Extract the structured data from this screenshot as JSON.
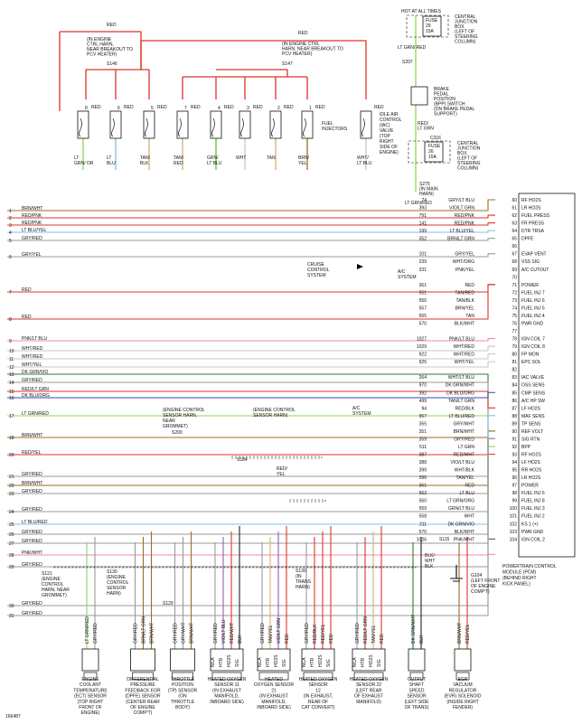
{
  "diagram_id": "166487",
  "top": {
    "hot_label": "HOT AT ALL TIMES",
    "fuse29": [
      "FUSE",
      "29",
      "15A"
    ],
    "cjb_top": [
      "CENTRAL",
      "JUNCTION",
      "BOX",
      "(LEFT OF",
      "STEERING",
      "COLUMN)"
    ],
    "wire_ltgrnred": "LT GRN/ RED",
    "s207": "S207",
    "bpp": [
      "BRAKE",
      "PEDAL",
      "POSITION",
      "(BPP) SWITCH",
      "(ON BRAKE PEDAL",
      "SUPPORT)"
    ],
    "bpp_wire": [
      "RED/",
      "LT GRN"
    ],
    "c316": "C316",
    "fuse26": [
      "FUSE",
      "26",
      "15A"
    ],
    "cjb_mid": [
      "CENTRAL",
      "JUNCTION",
      "BOX",
      "(LEFT OF",
      "STEERING",
      "COLUMN)"
    ],
    "s275": [
      "S275",
      "(IN MAIN",
      "HARN)"
    ],
    "main_wire": "LT GRN/RED",
    "s146": [
      "(IN ENGINE",
      "CTRL HARN,",
      "NEAR BREAKOUT TO",
      "PCV HEATER)"
    ],
    "s146_id": "S146",
    "s147": [
      "(IN ENGINE CTRL",
      "HARN, NEAR BREAKOUT TO",
      "PCV HEATER)"
    ],
    "s147_id": "S147",
    "red": "RED",
    "fuel_inj": [
      "FUEL",
      "INJECTORS"
    ],
    "iac": [
      "IDLE AIR",
      "CONTROL",
      "(IAC)",
      "VALVE",
      "(TOP",
      "RIGHT",
      "SIDE OF",
      "ENGINE)"
    ],
    "injectors": [
      {
        "num": "8",
        "wire": "LT GRN/ OR"
      },
      {
        "num": "6",
        "wire": "LT BLU"
      },
      {
        "num": "5",
        "wire": "TAN/ BLK"
      },
      {
        "num": "7",
        "wire": "TAN/ RED"
      },
      {
        "num": "4",
        "wire": "GRN/ LT BLU"
      },
      {
        "num": "3",
        "wire": "WHT"
      },
      {
        "num": "2",
        "wire": "TAN"
      },
      {
        "num": "1",
        "wire": "BRN/ YEL"
      },
      {
        "num": "",
        "wire": "WHT/ LT BLU"
      }
    ]
  },
  "pcm_rows": [
    {
      "n": "74",
      "wire": "GRY/LT BLU",
      "pin": "60",
      "fn": "RF HO2S"
    },
    {
      "n": "393",
      "wire": "VIO/LT GRN",
      "pin": "61",
      "fn": "LR HO2S"
    },
    {
      "n": "791",
      "wire": "RED/PNK",
      "pin": "62",
      "fn": "FUEL PRESS"
    },
    {
      "n": "141",
      "wire": "RED/PNK",
      "pin": "63",
      "fn": "FR PRESS"
    },
    {
      "n": "199",
      "wire": "LT BLU/YEL",
      "pin": "64",
      "fn": "DTR TRSA"
    },
    {
      "n": "352",
      "wire": "BRN/LT GRN",
      "pin": "65",
      "fn": "DPFE"
    },
    {
      "n": "",
      "wire": "",
      "pin": "66",
      "fn": ""
    },
    {
      "n": "101",
      "wire": "GRY/YEL",
      "pin": "67",
      "fn": "EVAP VENT"
    },
    {
      "n": "239",
      "wire": "WHT/ORG",
      "pin": "68",
      "fn": "VSS SIG"
    },
    {
      "n": "331",
      "wire": "PNK/YEL",
      "pin": "69",
      "fn": "A/C CUTOUT"
    },
    {
      "n": "",
      "wire": "",
      "pin": "70",
      "fn": ""
    },
    {
      "n": "361",
      "wire": "RED",
      "pin": "71",
      "fn": "POWER"
    },
    {
      "n": "551",
      "wire": "TAN/RED",
      "pin": "72",
      "fn": "FUEL INJ 7"
    },
    {
      "n": "556",
      "wire": "TAN/BLK",
      "pin": "73",
      "fn": "FUEL INJ 6"
    },
    {
      "n": "557",
      "wire": "BRN/YEL",
      "pin": "74",
      "fn": "FUEL INJ 5"
    },
    {
      "n": "555",
      "wire": "TAN",
      "pin": "75",
      "fn": "FUEL INJ 4"
    },
    {
      "n": "570",
      "wire": "BLK/WHT",
      "pin": "76",
      "fn": "PWR GND"
    },
    {
      "n": "",
      "wire": "",
      "pin": "77",
      "fn": ""
    },
    {
      "n": "1027",
      "wire": "PNK/LT BLU",
      "pin": "78",
      "fn": "IGN COIL 7"
    },
    {
      "n": "1029",
      "wire": "WHT/RED",
      "pin": "79",
      "fn": "IGN COIL 8"
    },
    {
      "n": "922",
      "wire": "WHT/RED",
      "pin": "80",
      "fn": "FP MON"
    },
    {
      "n": "925",
      "wire": "WHT/YEL",
      "pin": "81",
      "fn": "EPC SOL"
    },
    {
      "n": "",
      "wire": "",
      "pin": "82",
      "fn": ""
    },
    {
      "n": "264",
      "wire": "WHT/LT BLU",
      "pin": "83",
      "fn": "IAC VALVE"
    },
    {
      "n": "970",
      "wire": "DK GRN/WHT",
      "pin": "84",
      "fn": "OSS SENS"
    },
    {
      "n": "392",
      "wire": "DK BLU/ORG",
      "pin": "85",
      "fn": "CMP SENS"
    },
    {
      "n": "499",
      "wire": "TAN/LT GRN",
      "pin": "86",
      "fn": "A/C HP SW"
    },
    {
      "n": "94",
      "wire": "RED/BLK",
      "pin": "87",
      "fn": "LF HO2S"
    },
    {
      "n": "967",
      "wire": "LT BLU/RED",
      "pin": "88",
      "fn": "MAF SENS"
    },
    {
      "n": "355",
      "wire": "GRY/WHT",
      "pin": "89",
      "fn": "TP SENS"
    },
    {
      "n": "351",
      "wire": "BRN/WHT",
      "pin": "90",
      "fn": "REF VOLT"
    },
    {
      "n": "359",
      "wire": "GRY/RED",
      "pin": "91",
      "fn": "SIG RTN"
    },
    {
      "n": "511",
      "wire": "LT GRN",
      "pin": "92",
      "fn": "BPP"
    },
    {
      "n": "387",
      "wire": "RED/WHT",
      "pin": "93",
      "fn": "RF HO2S"
    },
    {
      "n": "388",
      "wire": "VIO/LT BLU",
      "pin": "94",
      "fn": "LF HO2S"
    },
    {
      "n": "399",
      "wire": "WHT/BLK",
      "pin": "95",
      "fn": "RR HO2S"
    },
    {
      "n": "396",
      "wire": "TAN/YEL",
      "pin": "96",
      "fn": "LR HO2S"
    },
    {
      "n": "361",
      "wire": "RED",
      "pin": "97",
      "fn": "POWER"
    },
    {
      "n": "562",
      "wire": "LT BLU",
      "pin": "98",
      "fn": "FUEL INJ 6"
    },
    {
      "n": "560",
      "wire": "LT GRN/ORG",
      "pin": "99",
      "fn": "FUEL INJ 8"
    },
    {
      "n": "559",
      "wire": "GRN/LT BLU",
      "pin": "100",
      "fn": "FUEL INJ 3"
    },
    {
      "n": "558",
      "wire": "WHT",
      "pin": "101",
      "fn": "FUEL INJ 2"
    },
    {
      "n": "211",
      "wire": "DK GRN/VIO",
      "pin": "102",
      "fn": "KS 1 (+)"
    },
    {
      "n": "570",
      "wire": "BLK/WHT",
      "pin": "103",
      "fn": "PWR GND"
    },
    {
      "n": "1026",
      "wire": "PNK/WHT",
      "pin": "104",
      "fn": "IGN COIL 2"
    }
  ],
  "left_rows": [
    {
      "n": "1",
      "wire": "BRN/WHT"
    },
    {
      "n": "2",
      "wire": "RED/PNK"
    },
    {
      "n": "3",
      "wire": "RED/PNK"
    },
    {
      "n": "4",
      "wire": "LT BLU/YEL"
    },
    {
      "n": "5",
      "wire": "GRY/RED"
    },
    {
      "n": "6",
      "wire": "GRY/YEL"
    },
    {
      "n": "7",
      "wire": "RED"
    },
    {
      "n": "8",
      "wire": "RED"
    },
    {
      "n": "9",
      "wire": "PNK/LT BLU"
    },
    {
      "n": "10",
      "wire": "WHT/RED"
    },
    {
      "n": "11",
      "wire": "WHT/RED"
    },
    {
      "n": "12",
      "wire": "WHT/YEL"
    },
    {
      "n": "13",
      "wire": "DK GRN/VIO"
    },
    {
      "n": "14",
      "wire": "GRY/RED"
    },
    {
      "n": "15",
      "wire": "RED/LT GRN"
    },
    {
      "n": "16",
      "wire": "DK BLU/ORG"
    },
    {
      "n": "17",
      "wire": "LT GRN/RED"
    },
    {
      "n": "18",
      "wire": "BRN/WHT"
    },
    {
      "n": "20",
      "wire": "RED/YEL"
    },
    {
      "n": "21",
      "wire": "GRY/RED"
    },
    {
      "n": "22",
      "wire": "BRN/WHT"
    },
    {
      "n": "23",
      "wire": "GRY/RED"
    },
    {
      "n": "24",
      "wire": "GRY/RED"
    },
    {
      "n": "25",
      "wire": "LT BLU/RED"
    },
    {
      "n": "26",
      "wire": "GRY/RED"
    },
    {
      "n": "27",
      "wire": "GRY/RED"
    },
    {
      "n": "28",
      "wire": "PNK/WHT"
    },
    {
      "n": "29",
      "wire": "GRY/RED"
    },
    {
      "n": "30",
      "wire": "GRY/RED"
    },
    {
      "n": "31",
      "wire": "GRY/RED"
    }
  ],
  "cruise": [
    "CRUISE",
    "CONTROL",
    "SYSTEM"
  ],
  "ac_system": [
    "A/C",
    "SYSTEM"
  ],
  "ac_system2": [
    "A/C",
    "SYSTEM"
  ],
  "mid_notes": {
    "s200": [
      "(ENGINE CONTROL",
      "SENSOR HARN,",
      "NEAR",
      "GROMMET)"
    ],
    "s200_id": "S200",
    "s184": [
      "(ENGINE CONTROL",
      "SENSOR HARN)"
    ],
    "s184_id": "S184",
    "s121": [
      "S121",
      "(ENGINE",
      "CONTROL",
      "HARN, NEAR",
      "GROMMET)"
    ],
    "s130": [
      "S130",
      "(ENGINE",
      "CONTROL",
      "SENSOR",
      "HARN)"
    ],
    "s129": "S129",
    "s130b": [
      "S130",
      "(IN",
      "TRANS",
      "HARN)"
    ],
    "s115": "S115",
    "g104": [
      "G104",
      "(LEFT FRONT",
      "OF ENGINE",
      "COMP'T)"
    ],
    "redyel": [
      "RED/",
      "YEL"
    ],
    "bkwht": [
      "BLK/",
      "WHT",
      "BLK"
    ]
  },
  "pcm": [
    "POWERTRAIN CONTROL",
    "MODULE (PCM)",
    "(BEHIND RIGHT",
    "KICK PANEL)"
  ],
  "sensors": [
    {
      "lines": [
        "ENGINE",
        "COOLANT",
        "TEMPERATURE",
        "(ECT) SENSOR",
        "(TOP RIGHT",
        "FRONT OF",
        "ENGINE)"
      ]
    },
    {
      "lines": [
        "DIFFERENTIAL",
        "PRESSURE",
        "FEEDBACK EGR",
        "(DPFE) SENSOR",
        "(CENTER REAR",
        "OF ENGINE",
        "COMP'T)"
      ]
    },
    {
      "lines": [
        "THROTTLE",
        "POSITION",
        "(TP) SENSOR",
        "(ON",
        "THROTTLE",
        "BODY)"
      ]
    },
    {
      "lines": [
        "HEATED OXYGEN",
        "SENSOR 11",
        "(IN EXHAUST",
        "MANIFOLD,",
        "INBOARD SIDE)"
      ]
    },
    {
      "lines": [
        "HEATED",
        "OXYGEN SENSOR",
        "21",
        "(IN EXHAUST",
        "MANIFOLD,",
        "INBOARD SIDE)"
      ]
    },
    {
      "lines": [
        "HEATED OXYGEN",
        "SENSOR",
        "12",
        "(IN EXHAUST,",
        "REAR OF",
        "CAT CONVERT)"
      ]
    },
    {
      "lines": [
        "HEATED OXYGEN",
        "SENSOR 22",
        "(LEFT REAR",
        "OF EXHAUST",
        "MANIFOLD)"
      ]
    },
    {
      "lines": [
        "OUTPUT",
        "SHAFT",
        "SPEED",
        "SENSOR",
        "(LEFT SIDE",
        "OF TRANS)"
      ]
    },
    {
      "lines": [
        "EGR",
        "VACUUM",
        "REGULATOR",
        "(EVR) SOLENOID",
        "(INSIDE RIGHT",
        "FENDER)"
      ]
    }
  ],
  "sensor_wires": [
    [
      "LT GRN/RED",
      "GRY/RED"
    ],
    [
      "GRY/RED",
      "BRN/LT GRN",
      "BRN/WHT"
    ],
    [
      "GRY/RED",
      "GRY/WHT",
      "BRN/WHT"
    ],
    [
      "GRY/RED",
      "VIO/LT BLU",
      "RED/WHT",
      "BLK"
    ],
    [
      "GRY/RED",
      "TAN/YEL",
      "VIO/LT GRN",
      "RED"
    ],
    [
      "GRY/RED",
      "RED/BLK",
      "RED/YEL",
      "RED"
    ],
    [
      "GRY/RED",
      "RED/LT GRN",
      "TAN/YEL",
      "RED"
    ],
    [
      "DK GRN/WHT",
      "BLK"
    ],
    [
      "BRN/WHT",
      "RED/YEL"
    ]
  ],
  "pin_letters": [
    "NCA",
    "HTR",
    "HO2S",
    "SIG"
  ]
}
